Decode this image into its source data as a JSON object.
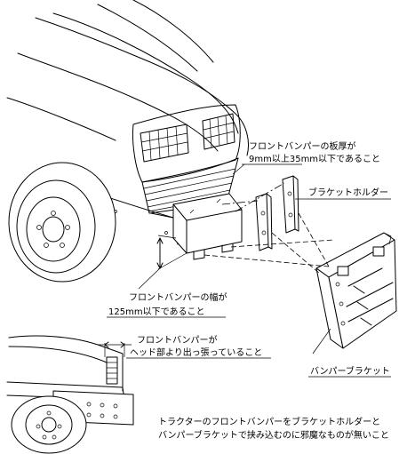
{
  "labels": {
    "thickness_line1": "フロントバンパーの板厚が",
    "thickness_line2": "9mm以上35mm以下であること",
    "bracket_holder": "ブラケットホルダー",
    "width_line1": "フロントバンパーの幅が",
    "width_line2": "125mm以下であること",
    "protrude_line1": "フロントバンパーが",
    "protrude_line2": "ヘッド部より出っ張っていること",
    "bumper_bracket": "バンパーブラケット",
    "note_line1": "トラクターのフロントバンパーをブラケットホルダーと",
    "note_line2": "バンパーブラケットで挟み込むのに邪魔なものが無いこと"
  }
}
